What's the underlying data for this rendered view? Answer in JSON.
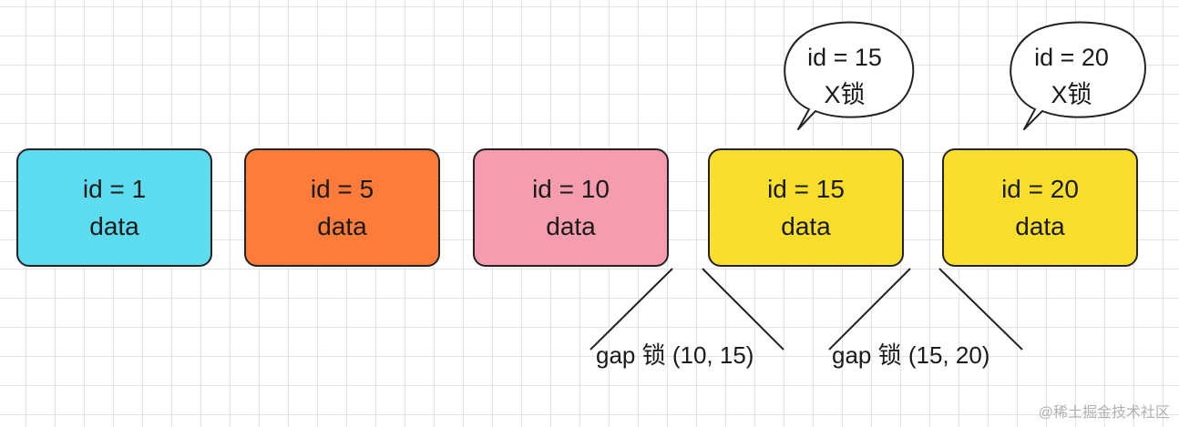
{
  "records": [
    {
      "id_text": "id = 1",
      "data_text": "data",
      "color": "#5cdcee"
    },
    {
      "id_text": "id = 5",
      "data_text": "data",
      "color": "#fe7c39"
    },
    {
      "id_text": "id = 10",
      "data_text": "data",
      "color": "#f59daf"
    },
    {
      "id_text": "id = 15",
      "data_text": "data",
      "color": "#f9df2b"
    },
    {
      "id_text": "id = 20",
      "data_text": "data",
      "color": "#f9df2b"
    }
  ],
  "bubbles": [
    {
      "line1": "id = 15",
      "line2": "X锁"
    },
    {
      "line1": "id = 20",
      "line2": "X锁"
    }
  ],
  "gaps": [
    {
      "label": "gap 锁 (10, 15)"
    },
    {
      "label": "gap 锁 (15, 20)"
    }
  ],
  "watermark": "@稀土掘金技术社区"
}
